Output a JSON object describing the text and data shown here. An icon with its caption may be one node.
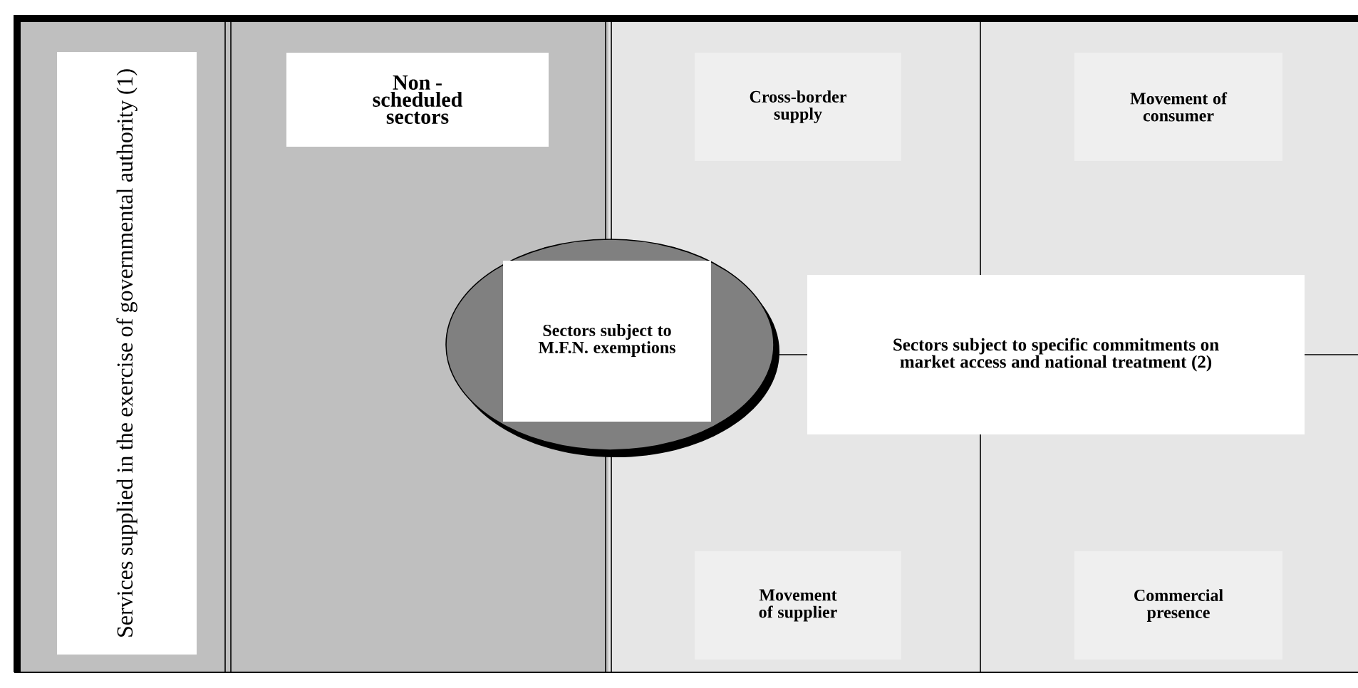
{
  "diagram": {
    "nodes": [
      {
        "text": [
          "Services supplied in the exercise of governmental authority (1)"
        ]
      },
      {
        "text": [
          "Non - scheduled sectors"
        ]
      },
      {
        "text": [
          "Sectors subject to M.F.N. exemptions"
        ]
      },
      {
        "text": [
          "Cross-border supply"
        ]
      },
      {
        "text": [
          "Movement of consumer"
        ]
      },
      {
        "text": [
          "Sectors subject to specific commitments on market access and national treatment (2)"
        ]
      },
      {
        "text": [
          "Movement of supplier"
        ]
      },
      {
        "text": [
          "Commercial presence"
        ]
      }
    ]
  }
}
